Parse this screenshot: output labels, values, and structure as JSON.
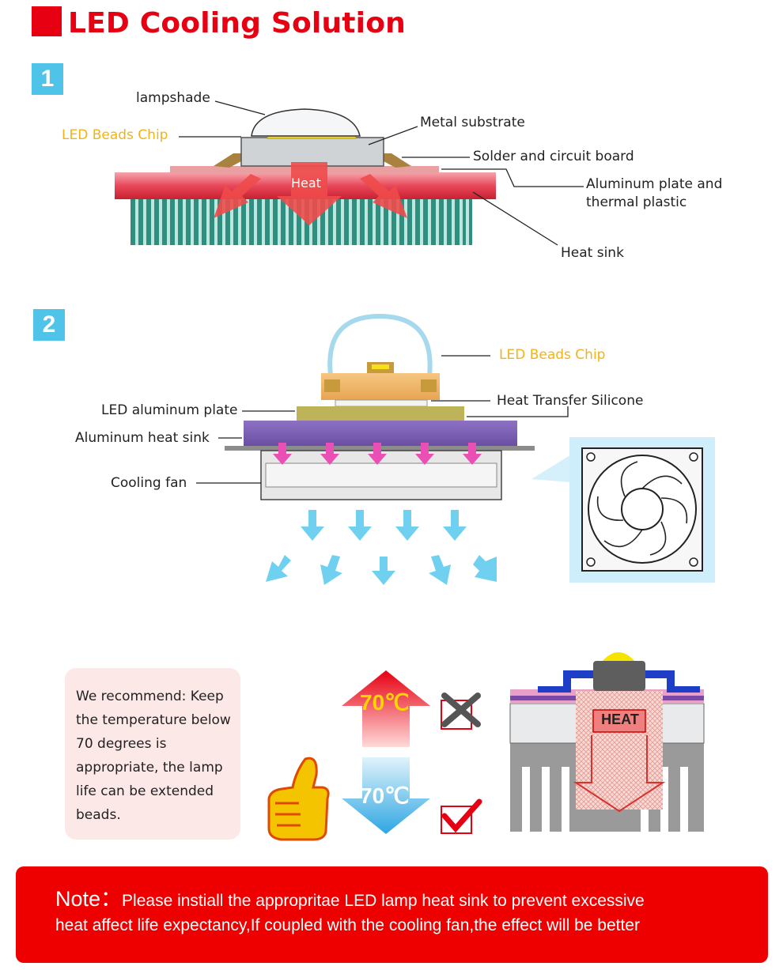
{
  "header": {
    "title": "LED Cooling Solution"
  },
  "step1": {
    "number": "1",
    "labels": {
      "lampshade": "lampshade",
      "led_beads_chip": "LED Beads Chip",
      "metal_substrate": "Metal substrate",
      "solder": "Solder and circuit board",
      "aluminum_plate_line1": "Aluminum plate and",
      "aluminum_plate_line2": "thermal plastic",
      "heat_sink": "Heat sink",
      "heat": "Heat"
    }
  },
  "step2": {
    "number": "2",
    "labels": {
      "led_beads_chip": "LED Beads Chip",
      "heat_transfer_silicone": "Heat Transfer Silicone",
      "led_aluminum_plate": "LED aluminum plate",
      "aluminum_heat_sink": "Aluminum heat sink",
      "cooling_fan": "Cooling fan"
    }
  },
  "recommend": {
    "text": "We recommend: Keep the temperature below 70 degrees is appropriate, the lamp life can be extended beads.",
    "high_temp": "70℃",
    "low_temp": "70℃",
    "heat_label": "HEAT"
  },
  "note": {
    "prefix": "Note：",
    "line1": "Please instiall the appropritae LED lamp heat sink to prevent excessive",
    "line2": "heat affect life expectancy,If coupled with the cooling fan,the effect will be better"
  },
  "colors": {
    "brand_red": "#e60012",
    "badge_blue": "#4fc3e8",
    "label_yellow": "#f2b318",
    "heat_sink_green": "#3a9e8c",
    "heat_sink_purple": "#7a5fb0",
    "airflow_blue": "#6fd0f0"
  }
}
